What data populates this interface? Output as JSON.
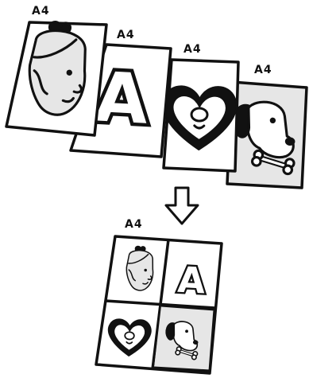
{
  "sheets": [
    {
      "id": "face",
      "paper_label": "A4",
      "content": "face-illustration",
      "fill": "#ffffff"
    },
    {
      "id": "letter",
      "paper_label": "A4",
      "content": "letter-a-illustration",
      "letter": "A",
      "fill": "#ffffff"
    },
    {
      "id": "heart",
      "paper_label": "A4",
      "content": "heart-illustration",
      "fill": "#ffffff"
    },
    {
      "id": "dog",
      "paper_label": "A4",
      "content": "dog-illustration",
      "fill": "#e6e6e6"
    }
  ],
  "arrow": {
    "icon": "arrow-down-icon"
  },
  "result": {
    "paper_label": "A4",
    "layout": "2x2",
    "cells": [
      "face-illustration",
      "letter-a-illustration",
      "heart-illustration",
      "dog-illustration"
    ]
  },
  "colors": {
    "ink": "#111111",
    "paper": "#ffffff",
    "shade": "#e6e6e6"
  }
}
